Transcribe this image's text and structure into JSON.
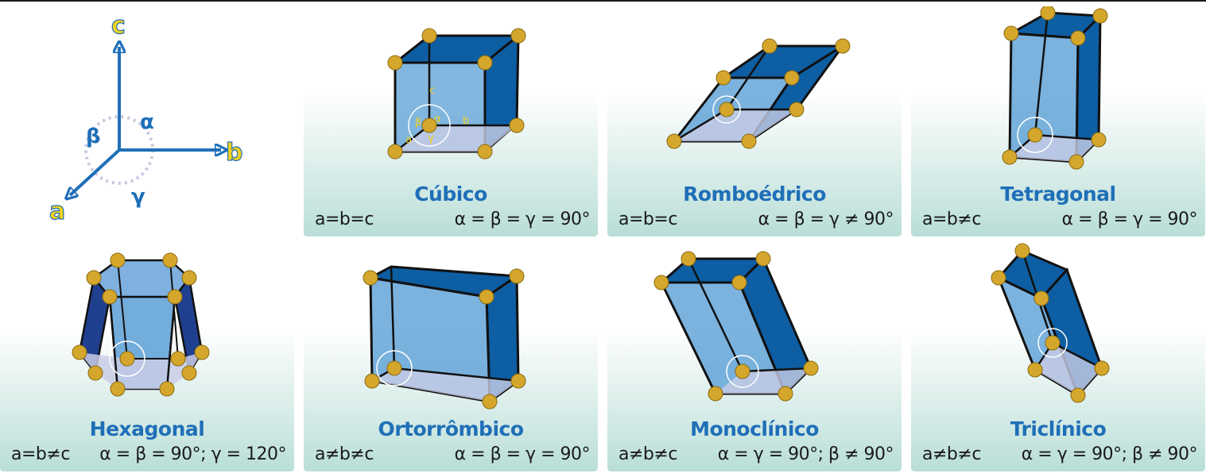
{
  "axes": {
    "c": "c",
    "b": "b",
    "a": "a",
    "alpha": "α",
    "beta": "β",
    "gamma": "γ"
  },
  "cubic_labels": {
    "a": "a",
    "b": "b",
    "c": "c",
    "alpha": "α",
    "beta": "β",
    "gamma": "γ"
  },
  "systems": [
    {
      "name": "Cúbico",
      "relation": "a=b=c",
      "angles": "α = β = γ = 90°"
    },
    {
      "name": "Romboédrico",
      "relation": "a=b=c",
      "angles": "α = β = γ ≠ 90°"
    },
    {
      "name": "Tetragonal",
      "relation": "a=b≠c",
      "angles": "α = β = γ = 90°"
    },
    {
      "name": "Hexagonal",
      "relation": "a=b≠c",
      "angles": "α = β = 90°; γ = 120°"
    },
    {
      "name": "Ortorrômbico",
      "relation": "a≠b≠c",
      "angles": "α = β = γ = 90°"
    },
    {
      "name": "Monoclínico",
      "relation": "a≠b≠c",
      "angles": "α = γ = 90°; β ≠ 90°"
    },
    {
      "name": "Triclínico",
      "relation": "a≠b≠c",
      "angles": "α = γ = 90°; β ≠ 90°"
    }
  ],
  "colors": {
    "accent": "#1f6fb8",
    "face_light": "#5a9fd6",
    "face_dark": "#0d5ea3",
    "atom": "#d4a72c",
    "background_band": "#c4e3dd"
  }
}
